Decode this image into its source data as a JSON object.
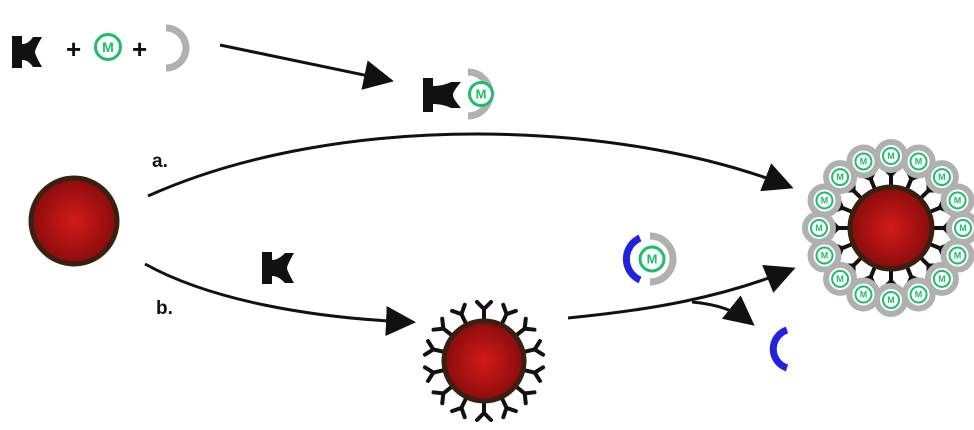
{
  "labels": {
    "route_a": "a.",
    "route_b": "b.",
    "plus_1": "+",
    "plus_2": "+"
  },
  "marker": {
    "letter": "M"
  },
  "colors": {
    "particle_core": "#d41a1a",
    "particle_edge": "#8a0c0c",
    "particle_rim": "#3a2010",
    "ligand": "#111111",
    "marker": "#1bbf6a",
    "shell": "#b0b0b0",
    "blocker": "#2222dd",
    "arrow": "#111111"
  },
  "icons": {
    "ligand": "ligand-y-shape-icon",
    "marker": "marker-m-bead-icon",
    "shell": "c-shaped-shell-icon",
    "blocker": "blue-blocker-arc-icon",
    "particle": "red-nanoparticle-icon"
  }
}
